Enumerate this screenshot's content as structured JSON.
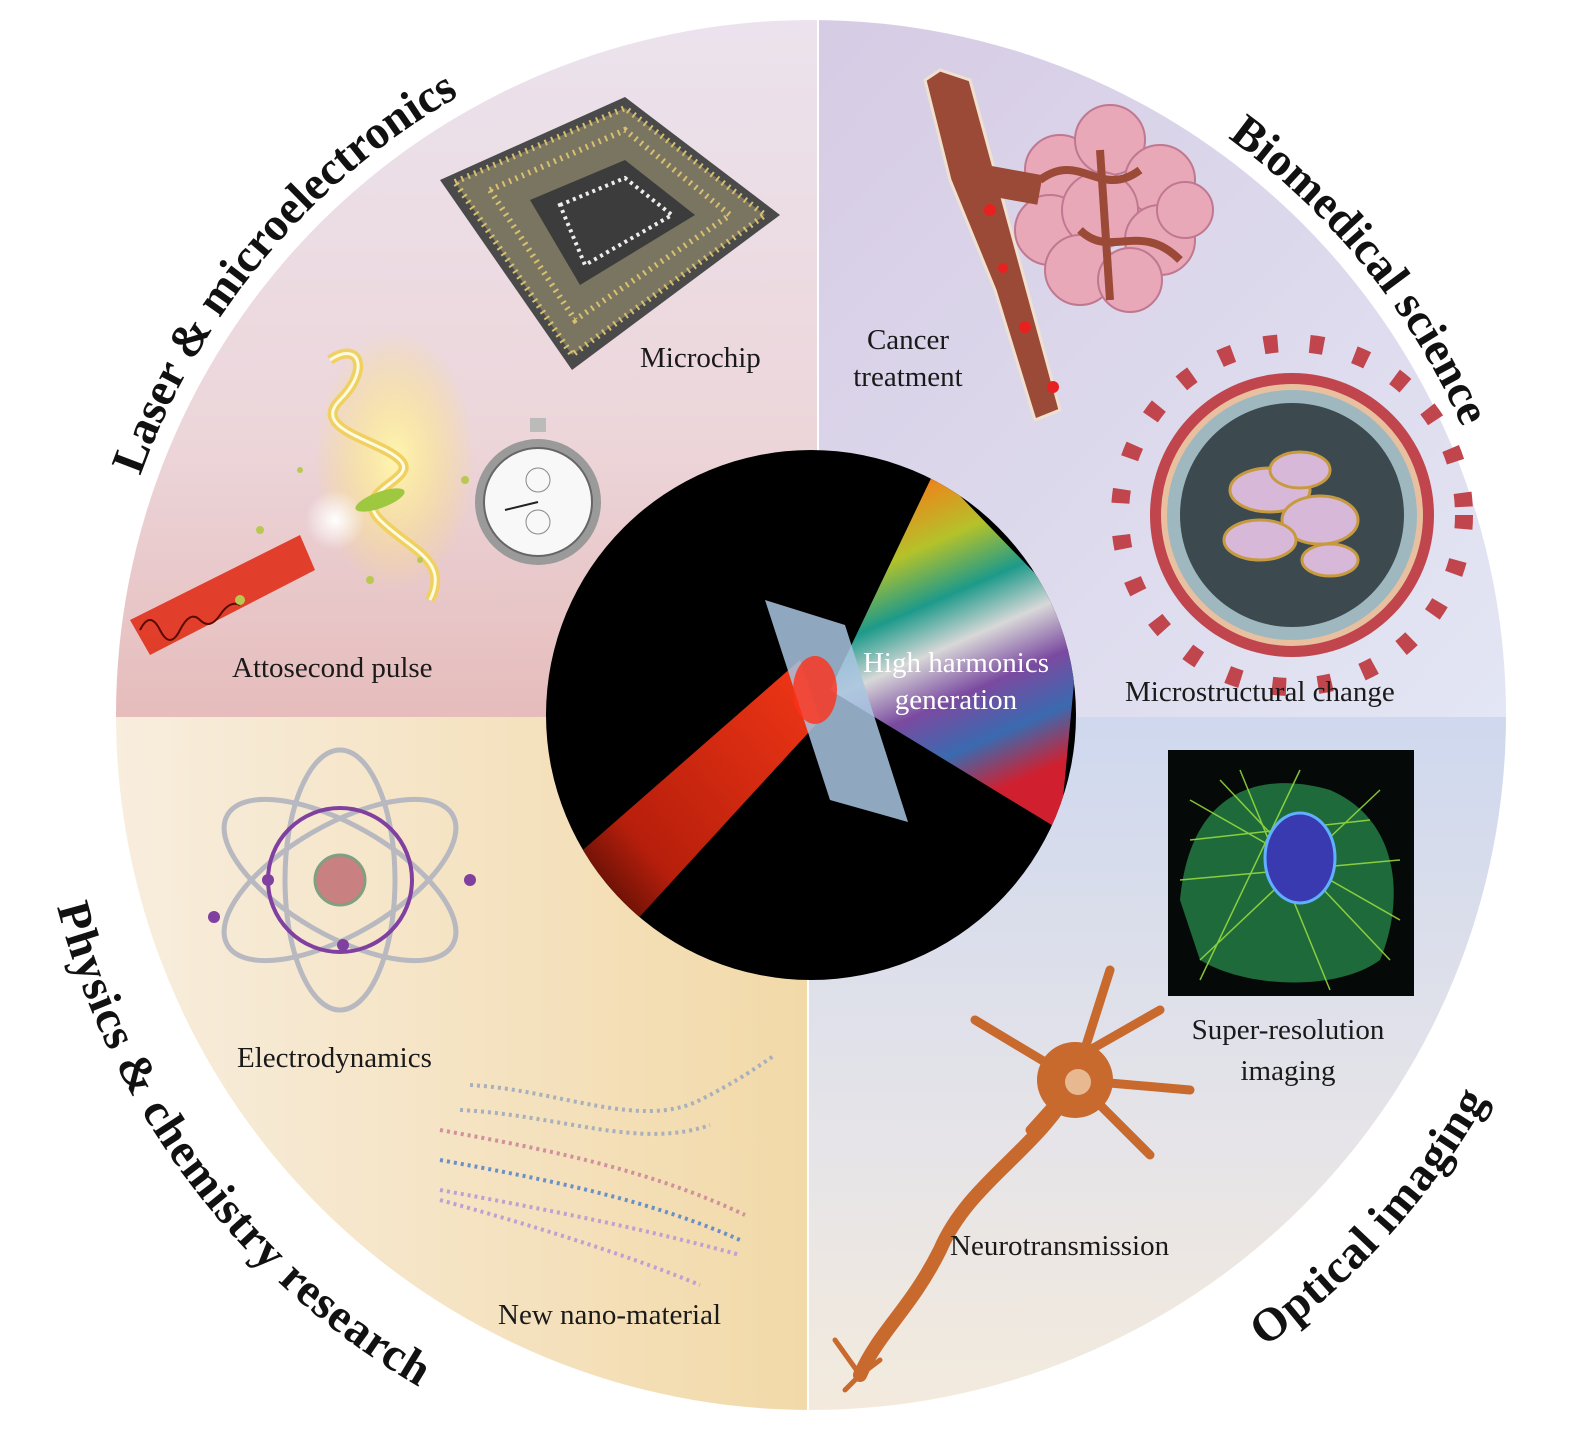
{
  "sectors": {
    "top_left": "Laser & microelectronics",
    "top_right": "Biomedical science",
    "bottom_left": "Physics & chemistry research",
    "bottom_right": "Optical imaging"
  },
  "center": {
    "line1": "High harmonics",
    "line2": "generation"
  },
  "labels": {
    "microchip": "Microchip",
    "cancer_1": "Cancer",
    "cancer_2": "treatment",
    "attosecond": "Attosecond pulse",
    "microstructural": "Microstructural change",
    "electrodynamics": "Electrodynamics",
    "superres_1": "Super-resolution",
    "superres_2": "imaging",
    "neurotransmission": "Neurotransmission",
    "nano": "New nano-material"
  },
  "colors": {
    "laser_red": "#e0301a",
    "vessel": "#9c4a38",
    "neuron": "#c8692e",
    "virus_spike": "#c0454c"
  }
}
